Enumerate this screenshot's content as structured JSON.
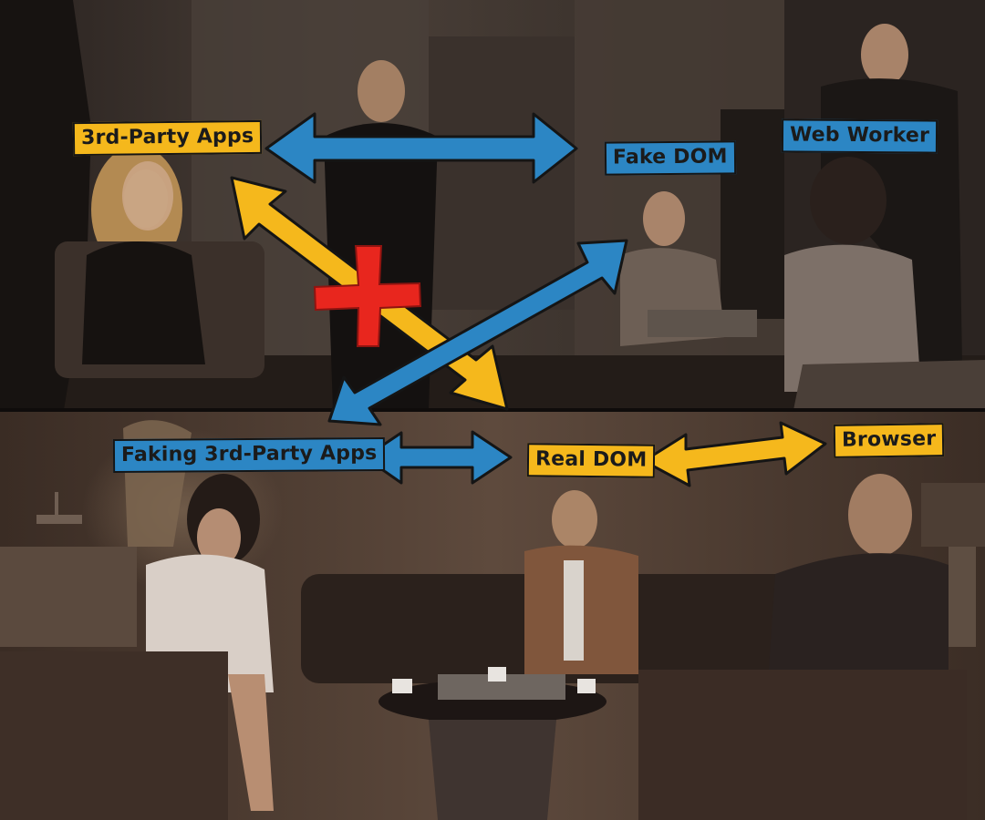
{
  "labels": {
    "third_party_apps": "3rd-Party Apps",
    "fake_dom": "Fake DOM",
    "web_worker": "Web Worker",
    "faking_third_party_apps": "Faking 3rd-Party Apps",
    "real_dom": "Real DOM",
    "browser": "Browser"
  },
  "colors": {
    "arrow_yellow": "#f5b81c",
    "arrow_blue": "#2c86c4",
    "cross_red": "#e8261e",
    "outline": "#151515"
  },
  "arrows": [
    {
      "name": "third-party-to-fake-dom-arrow",
      "color": "blue"
    },
    {
      "name": "third-party-to-real-dom-arrow",
      "color": "yellow"
    },
    {
      "name": "fake-dom-to-faking-apps-arrow",
      "color": "blue"
    },
    {
      "name": "faking-apps-to-real-dom-arrow",
      "color": "blue"
    },
    {
      "name": "real-dom-to-browser-arrow",
      "color": "yellow"
    }
  ],
  "blocked_connection_icon": "red-cross-icon"
}
